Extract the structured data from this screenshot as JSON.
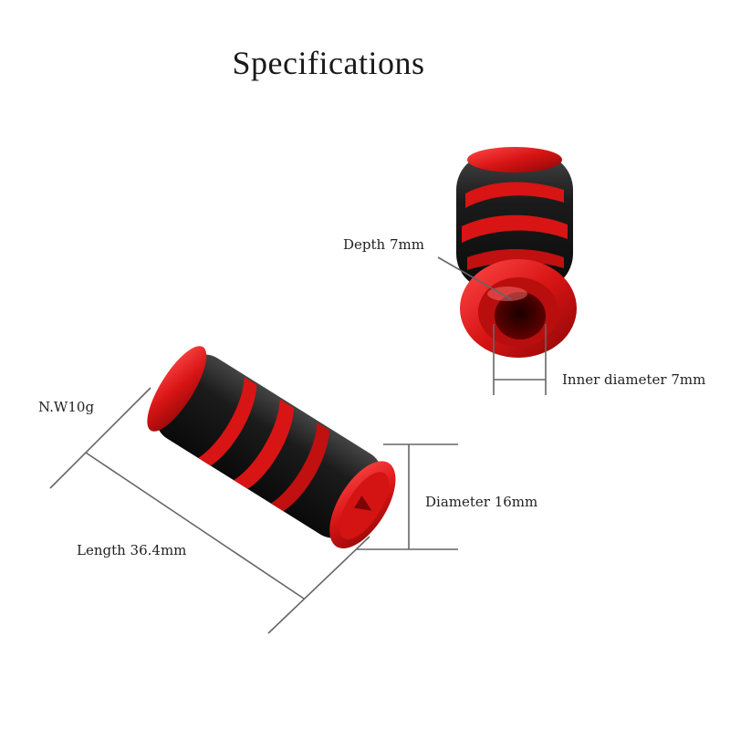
{
  "title": "Specifications",
  "colors": {
    "accent_red": "#d81414",
    "body_black": "#1b1b1b",
    "line_gray": "#666666"
  },
  "dimensions": {
    "depth": "Depth 7mm",
    "inner_diameter": "Inner diameter 7mm",
    "net_weight": "N.W10g",
    "diameter": "Diameter 16mm",
    "length": "Length 36.4mm"
  }
}
